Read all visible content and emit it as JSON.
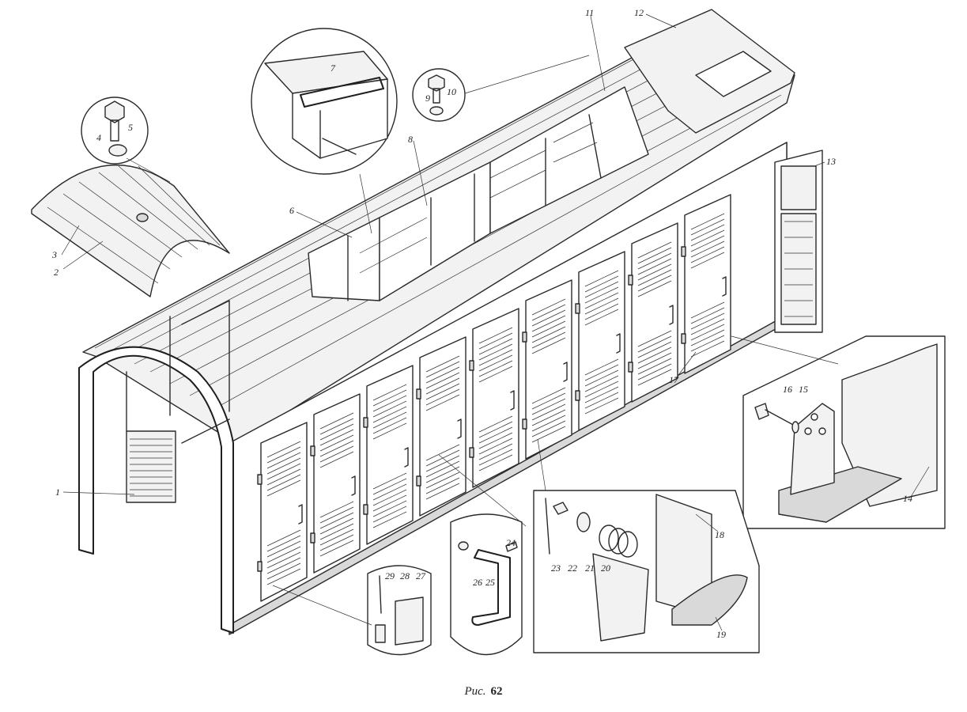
{
  "figure": {
    "caption_prefix": "Рис.",
    "caption_number": "62"
  },
  "callouts": {
    "1": "1",
    "2": "2",
    "3": "3",
    "4": "4",
    "5": "5",
    "6": "6",
    "7": "7",
    "8": "8",
    "9": "9",
    "10": "10",
    "11": "11",
    "12": "12",
    "13": "13",
    "14": "14",
    "15": "15",
    "16": "16",
    "17": "17",
    "18": "18",
    "19": "19",
    "20": "20",
    "21": "21",
    "22": "22",
    "23": "23",
    "24": "24",
    "25": "25",
    "26": "26",
    "27": "27",
    "28": "28",
    "29": "29"
  }
}
